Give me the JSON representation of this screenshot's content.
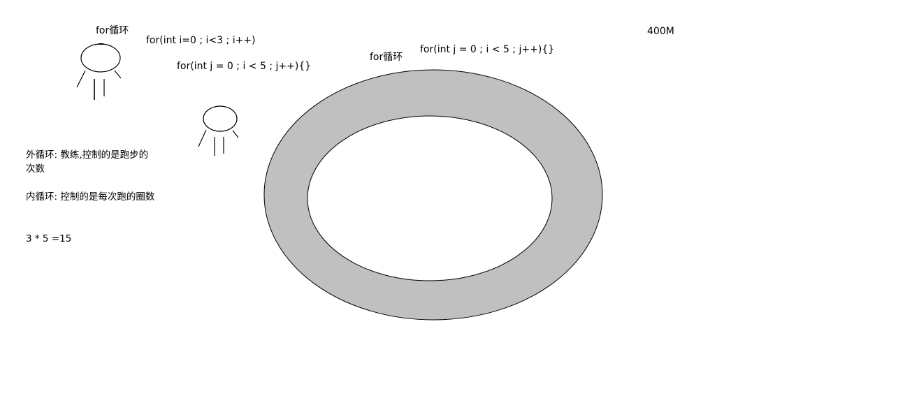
{
  "labels": {
    "outer_for_title": "for循环",
    "outer_loop_code": "for(int i=0 ; i<3 ; i++)",
    "inner_loop_code_left": "for(int j = 0 ; i < 5 ; j++){}",
    "track_for_title": "for循环",
    "inner_loop_code_track": "for(int j = 0 ; i < 5 ; j++){}",
    "distance": "400M"
  },
  "notes": {
    "outer_loop_note": "外循环: 教练,控制的是跑步的次数",
    "inner_loop_note": "内循环: 控制的是每次跑的圈数",
    "formula": "3 * 5 =15"
  },
  "colors": {
    "track_fill": "#c0c0c0",
    "stroke": "#000000",
    "background": "#ffffff"
  }
}
